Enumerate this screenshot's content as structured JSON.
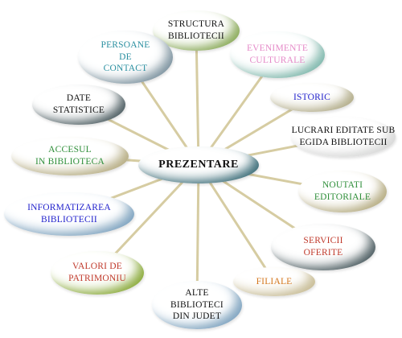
{
  "center": {
    "label": "PREZENTARE",
    "text_color": "#111111",
    "fill": "#ffffff",
    "edge": "#3f6f7a"
  },
  "spoke_color": "#d6cca2",
  "nodes": [
    {
      "id": "structura-bibliotecii",
      "label": "STRUCTURA\nBIBLIOTECII",
      "text_color": "#111111",
      "edge": "#8bab5a"
    },
    {
      "id": "persoane-de-contact",
      "label": "PERSOANE\nDE\nCONTACT",
      "text_color": "#2a8fa0",
      "edge": "#7d93a0"
    },
    {
      "id": "evenimente-culturale",
      "label": "EVENIMENTE\nCULTURALE",
      "text_color": "#e58ac8",
      "edge": "#7fb8ad"
    },
    {
      "id": "date-statistice",
      "label": "DATE\nSTATISTICE",
      "text_color": "#111111",
      "edge": "#4d5d62"
    },
    {
      "id": "istoric",
      "label": "ISTORIC",
      "text_color": "#2222cc",
      "edge": "#b3ad8a"
    },
    {
      "id": "lucrari-editate",
      "label": "LUCRARI EDITATE SUB\nEGIDA BIBLIOTECII",
      "text_color": "#111111",
      "edge": "#d9d9d9"
    },
    {
      "id": "accesul-in-biblioteca",
      "label": "ACCESUL\nIN BIBLIOTECA",
      "text_color": "#2f8f3a",
      "edge": "#b7ad83"
    },
    {
      "id": "noutati-editoriale",
      "label": "NOUTATI\nEDITORIALE",
      "text_color": "#2f8f3a",
      "edge": "#b7ad83"
    },
    {
      "id": "informatizarea-bibliotecii",
      "label": "INFORMATIZAREA\nBIBLIOTECII",
      "text_color": "#2222cc",
      "edge": "#7ea3c0"
    },
    {
      "id": "servicii-oferite",
      "label": "SERVICII\nOFERITE",
      "text_color": "#c0392b",
      "edge": "#4d5d62"
    },
    {
      "id": "valori-de-patrimoniu",
      "label": "VALORI DE\nPATRIMONIU",
      "text_color": "#c0392b",
      "edge": "#8bab3a"
    },
    {
      "id": "filiale",
      "label": "FILIALE",
      "text_color": "#d4771e",
      "edge": "#c9bd96"
    },
    {
      "id": "alte-biblioteci",
      "label": "ALTE\nBIBLIOTECI\nDIN JUDET",
      "text_color": "#111111",
      "edge": "#7ea3c0"
    }
  ]
}
